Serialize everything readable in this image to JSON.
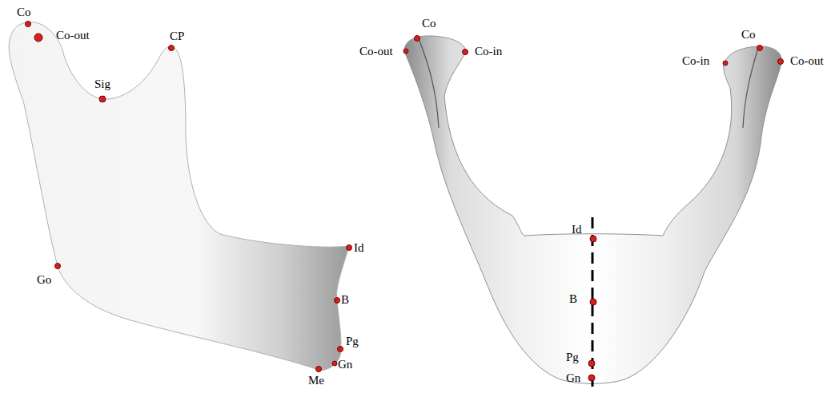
{
  "diagram": {
    "labels": [
      "Co",
      "Co-out",
      "CP",
      "Sig",
      "Go",
      "Id",
      "B",
      "Pg",
      "Gn",
      "Me",
      "Co",
      "Co-out",
      "Co-in",
      "Co",
      "Co-in",
      "Co-out",
      "Id",
      "B",
      "Pg",
      "Gn"
    ]
  }
}
